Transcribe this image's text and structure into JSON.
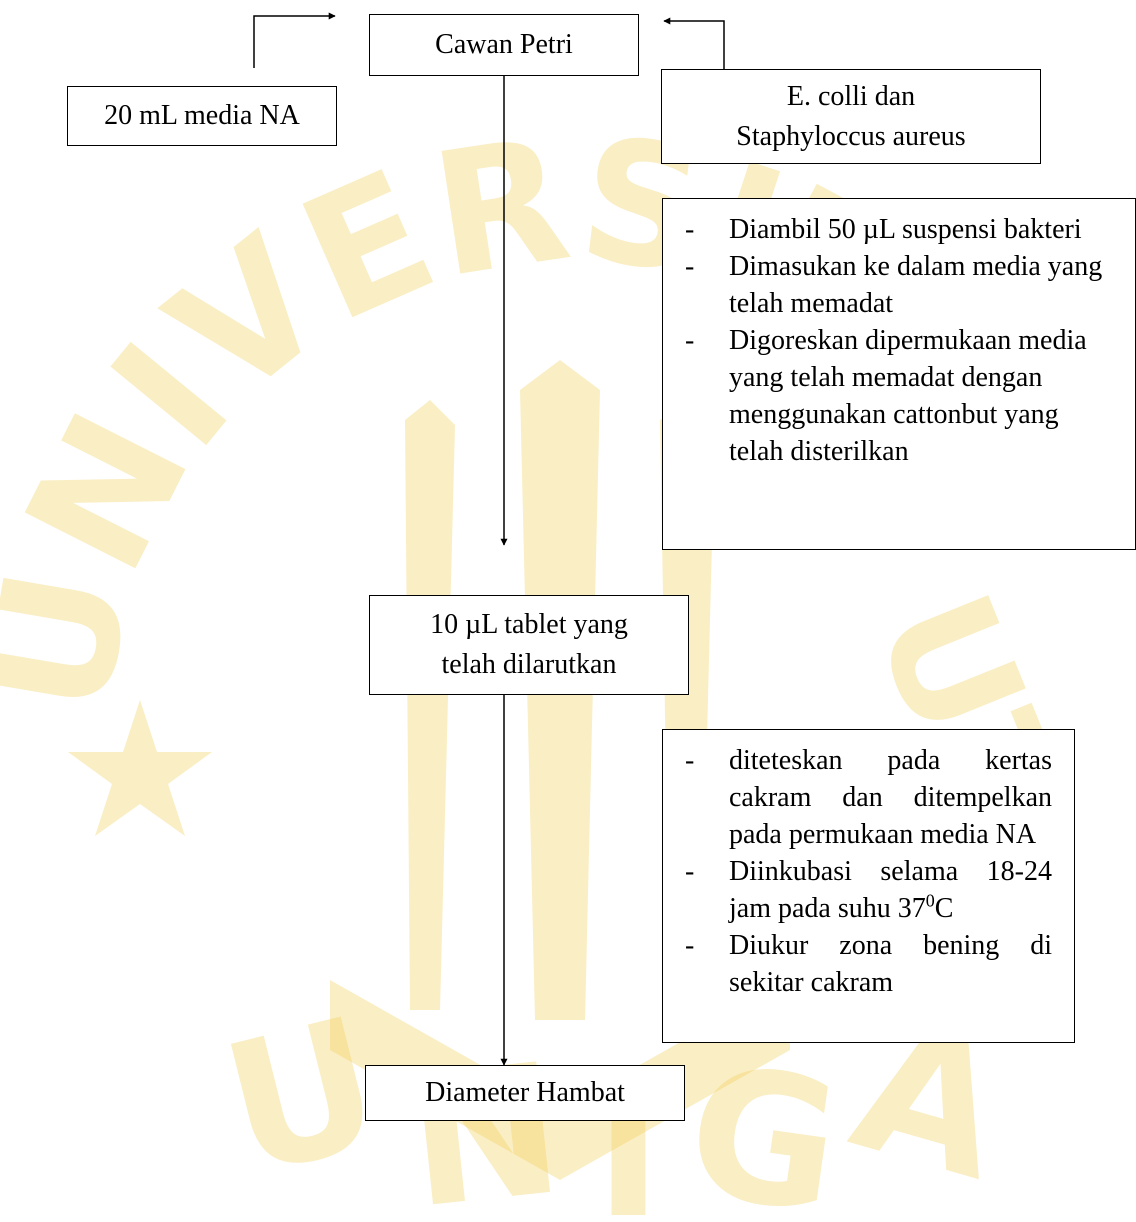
{
  "colors": {
    "line": "#000000",
    "box_background": "#ffffff",
    "watermark": "#f2ce55",
    "watermark_opacity": 0.35
  },
  "watermark": {
    "arc_top": "UNIVERSITAS",
    "arc_right": "UT",
    "bottom": [
      "U",
      "N",
      "I",
      "G",
      "A"
    ]
  },
  "nodes": {
    "cawan_petri": "Cawan Petri",
    "media_na": "20 mL media NA",
    "bakteri": [
      "E. colli dan",
      "Staphyloccus aureus"
    ],
    "tablet": [
      "10 µL tablet yang",
      "telah dilarutkan"
    ],
    "diameter": "Diameter Hambat"
  },
  "notes": {
    "inokulasi": [
      "Diambil 50 µL suspensi bakteri",
      "Dimasukan ke dalam media yang telah memadat",
      "Digoreskan dipermukaan media yang telah memadat dengan menggunakan cattonbut yang telah disterilkan"
    ],
    "pengujian": {
      "item1": "diteteskan pada kertas cakram dan ditempelkan pada permukaan media NA",
      "item2_text": "Diinkubasi selama 18-24 jam pada suhu 37",
      "item2_sup": "0",
      "item2_unit": "C",
      "item3": "Diukur zona bening di sekitar cakram"
    }
  }
}
